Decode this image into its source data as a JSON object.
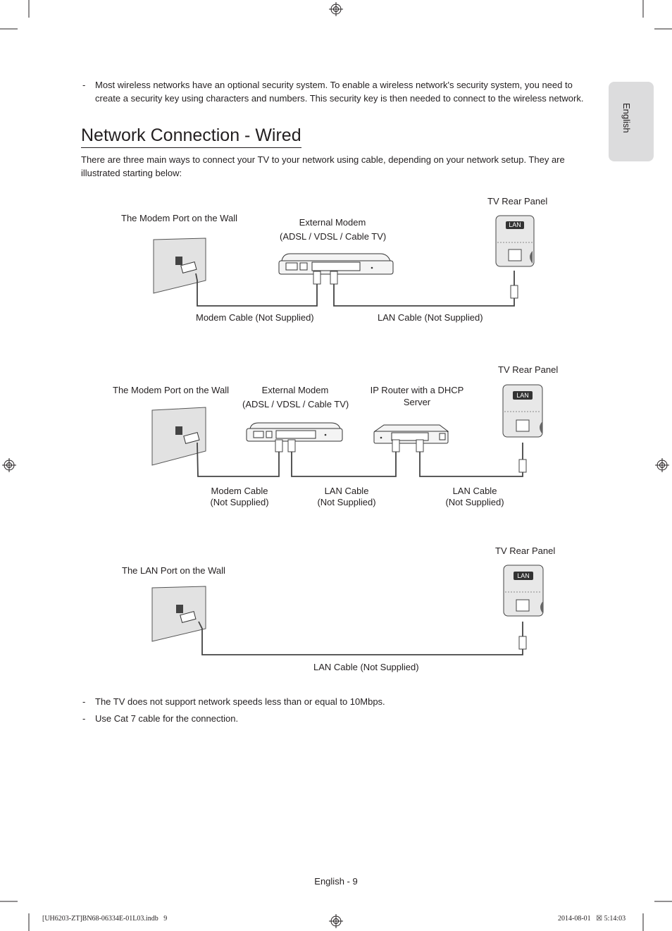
{
  "top_note": {
    "dash": "-",
    "line1": "Most wireless networks have an optional security system. To enable a wireless network's security system, you need to",
    "line2": "create a security key using characters and numbers. This security key is then needed to connect to the wireless network."
  },
  "side_tab": "English",
  "heading": "Network Connection - Wired",
  "intro": {
    "line1": "There are three main ways to connect your TV to your network using cable, depending on your network setup. They are",
    "line2": "illustrated starting below:"
  },
  "diagram1": {
    "wall_label": "The Modem Port on the Wall",
    "modem_label_1": "External Modem",
    "modem_label_2": "(ADSL / VDSL / Cable TV)",
    "tv_label": "TV Rear Panel",
    "lan_port": "LAN",
    "cable1": "Modem Cable (Not Supplied)",
    "cable2": "LAN Cable (Not Supplied)"
  },
  "diagram2": {
    "wall_label": "The Modem Port on the Wall",
    "modem_label_1": "External Modem",
    "modem_label_2": "(ADSL / VDSL / Cable TV)",
    "router_label_1": "IP Router with a DHCP",
    "router_label_2": "Server",
    "tv_label": "TV Rear Panel",
    "lan_port": "LAN",
    "cable1_1": "Modem Cable",
    "cable1_2": "(Not Supplied)",
    "cable2_1": "LAN Cable",
    "cable2_2": "(Not Supplied)",
    "cable3_1": "LAN Cable",
    "cable3_2": "(Not Supplied)"
  },
  "diagram3": {
    "wall_label": "The LAN Port on the Wall",
    "tv_label": "TV Rear Panel",
    "lan_port": "LAN",
    "cable1": "LAN Cable (Not Supplied)"
  },
  "notes": [
    {
      "dash": "-",
      "text": "The TV does not support network speeds less than or equal to 10Mbps."
    },
    {
      "dash": "-",
      "text": "Use Cat 7 cable for the connection."
    }
  ],
  "page_number": "English - 9",
  "footer": {
    "left": "[UH6203-ZT]BN68-06334E-01L03.indb   9",
    "right": "2014-08-01   ☒ 5:14:03"
  }
}
